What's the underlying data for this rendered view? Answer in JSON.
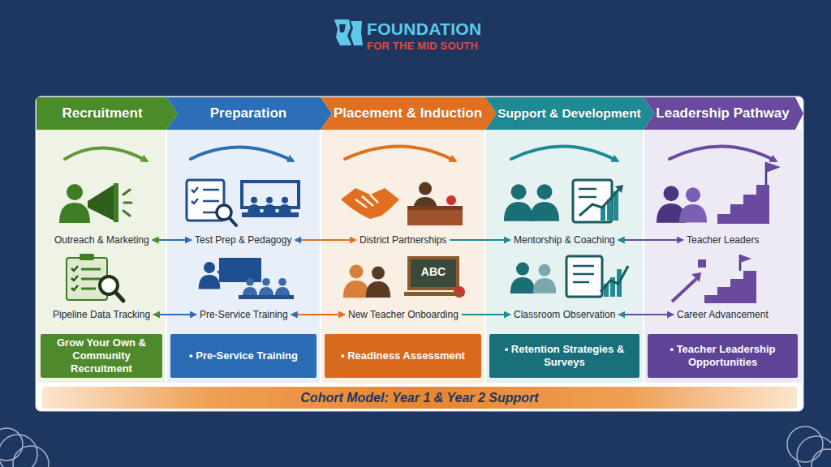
{
  "diagram": {
    "nodes": [
      {
        "text": [
          "Recruitment"
        ]
      },
      {
        "text": [
          "Outreach & Marketing"
        ]
      },
      {
        "text": [
          "Pipeline Data Tracking"
        ]
      },
      {
        "text": [
          "Grow Your Own & Community Recruitment"
        ]
      },
      {
        "text": [
          "Preparation"
        ]
      },
      {
        "text": [
          "Test Prep & Pedagogy"
        ]
      },
      {
        "text": [
          "Pre-Service Training"
        ]
      },
      {
        "text": [
          "• Pre-Service Training"
        ]
      },
      {
        "text": [
          "Placement & Induction"
        ]
      },
      {
        "text": [
          "District Partnerships"
        ]
      },
      {
        "text": [
          "New Teacher Onboarding"
        ]
      },
      {
        "text": [
          "• Readiness Assessment"
        ]
      },
      {
        "text": [
          "Support & Development"
        ]
      },
      {
        "text": [
          "Mentorship & Coaching"
        ]
      },
      {
        "text": [
          "Classroom Observation"
        ]
      },
      {
        "text": [
          "• Retention Strategies & Surveys"
        ]
      },
      {
        "text": [
          "Leadership Pathway"
        ]
      },
      {
        "text": [
          "Teacher Leaders"
        ]
      },
      {
        "text": [
          "Career Advancement"
        ]
      },
      {
        "text": [
          "• Teacher Leadership Opportunities"
        ]
      },
      {
        "text": [
          "Cohort Model: Year 1 & Year 2 Support"
        ]
      }
    ],
    "edges": [
      {
        "from": 1,
        "to": 5,
        "arrow": "both"
      },
      {
        "from": 5,
        "to": 9,
        "arrow": "both"
      },
      {
        "from": 9,
        "to": 13,
        "arrow": "to"
      },
      {
        "from": 13,
        "to": 17,
        "arrow": "both"
      },
      {
        "from": 2,
        "to": 6,
        "arrow": "both"
      },
      {
        "from": 6,
        "to": 10,
        "arrow": "both"
      },
      {
        "from": 10,
        "to": 14,
        "arrow": "to"
      },
      {
        "from": 14,
        "to": 18,
        "arrow": "both"
      }
    ],
    "labels": [
      "FOUNDATION",
      "FOR THE MID SOUTH",
      "ABC"
    ]
  }
}
